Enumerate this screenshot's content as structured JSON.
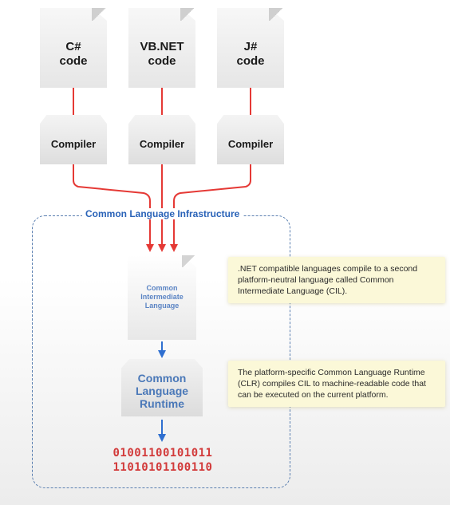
{
  "sources": [
    {
      "lang": "C#",
      "sub": "code"
    },
    {
      "lang": "VB.NET",
      "sub": "code"
    },
    {
      "lang": "J#",
      "sub": "code"
    }
  ],
  "compiler_label": "Compiler",
  "cli_title": "Common Language Infrastructure",
  "cil": [
    "Common",
    "Intermediate",
    "Language"
  ],
  "clr": [
    "Common",
    "Language",
    "Runtime"
  ],
  "binary": [
    "01001100101011",
    "11010101100110"
  ],
  "notes": {
    "cil": ".NET compatible languages compile to a second platform-neutral language called Common Intermediate Language (CIL).",
    "clr": "The platform-specific Common Language Runtime (CLR) compiles CIL to machine-readable code that can be executed on the current platform."
  },
  "colors": {
    "red_arrow": "#e53935",
    "blue_arrow": "#2f6fd0",
    "cli_border": "#5a7fb0",
    "binary": "#d23a3a"
  }
}
